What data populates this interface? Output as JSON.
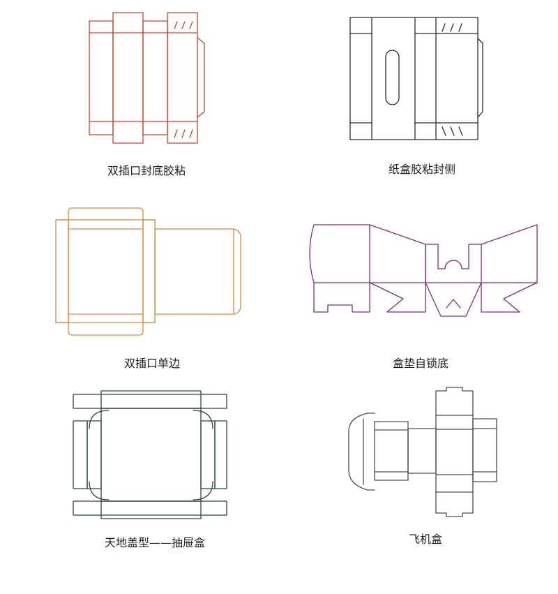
{
  "diagrams": [
    {
      "caption": "双插口封底胶粘",
      "color": "#c8452c"
    },
    {
      "caption": "纸盒胶粘封侧",
      "color": "#2b2b2b"
    },
    {
      "caption": "双插口单边",
      "color": "#d98b3b"
    },
    {
      "caption": "盒垫自锁底",
      "color": "#7d2e7d"
    },
    {
      "caption": "天地盖型——抽屉盒",
      "color": "#2e4636"
    },
    {
      "caption": "飞机盒",
      "color": "#4a4a4a"
    }
  ]
}
